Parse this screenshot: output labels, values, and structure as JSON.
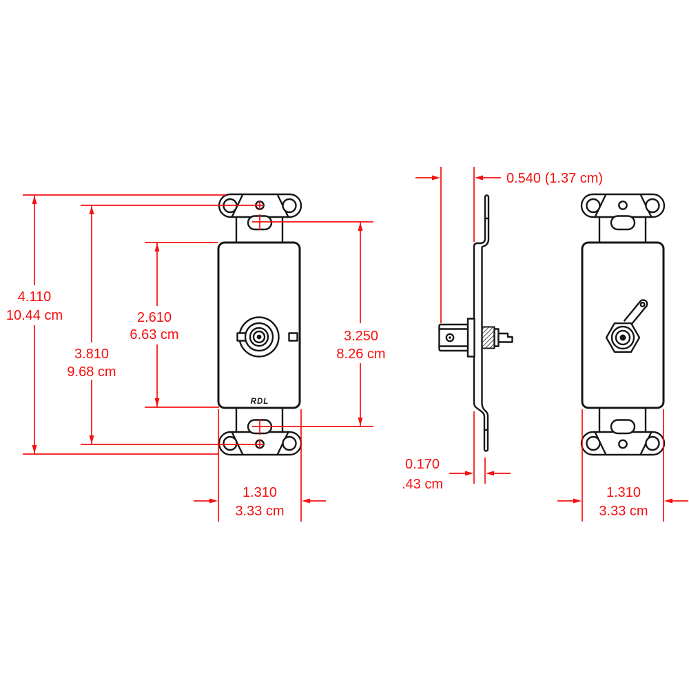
{
  "colors": {
    "dimension_red": "#f50f0f",
    "line_black": "#161616",
    "background": "#ffffff"
  },
  "front_view": {
    "brand_label": "RDL",
    "dimensions": {
      "overall_height": {
        "inches": "4.110",
        "metric": "10.44 cm"
      },
      "screw_hole_spacing": {
        "inches": "3.810",
        "metric": "9.68 cm"
      },
      "insert_body_height": {
        "inches": "2.610",
        "metric": "6.63 cm"
      },
      "slot_spacing": {
        "inches": "3.250",
        "metric": "8.26 cm"
      },
      "insert_body_width": {
        "inches": "1.310",
        "metric": "3.33 cm"
      }
    }
  },
  "side_view": {
    "dimensions": {
      "front_protrusion": {
        "label": "0.540 (1.37 cm)"
      },
      "plate_offset": {
        "inches": "0.170",
        "metric": ".43 cm"
      }
    }
  },
  "back_view": {
    "dimensions": {
      "insert_body_width": {
        "inches": "1.310",
        "metric": "3.33 cm"
      }
    }
  }
}
